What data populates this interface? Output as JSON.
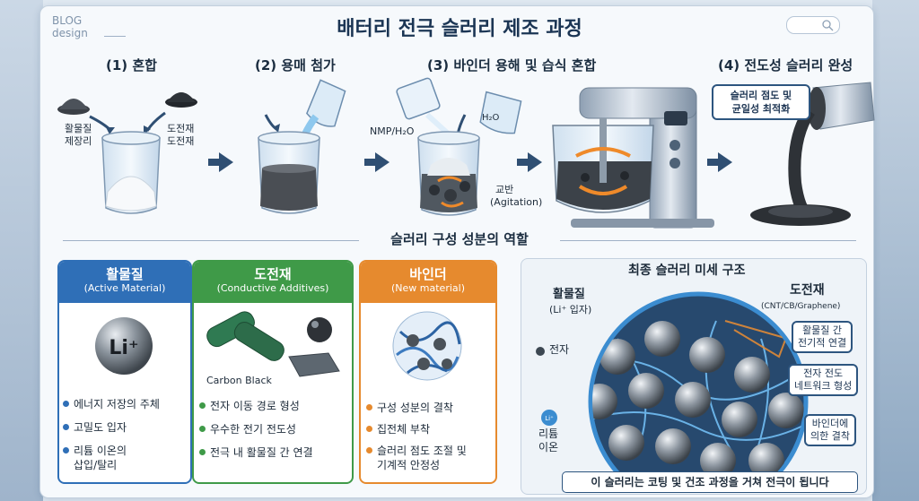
{
  "header": {
    "blog_line1": "BLOG",
    "blog_line2": "design",
    "title": "배터리 전극 슬러리 제조 과정"
  },
  "steps": [
    {
      "title": "(1) 혼합",
      "labels": [
        "활물질",
        "제장리",
        "도전재",
        "도전재"
      ]
    },
    {
      "title": "(2) 용매 첨가"
    },
    {
      "title": "(3) 바인더 용해 및 습식 혼합",
      "labels": [
        "NMP/H₂O",
        "H₂O",
        "교반",
        "(Agitation)"
      ]
    },
    {
      "title": "(4) 전도성 슬러리 완성",
      "callout": [
        "슬러리 점도 및",
        "균일성 최적화"
      ]
    }
  ],
  "section_title": "슬러리 구성 성분의 역할",
  "cards": [
    {
      "title": "활물질",
      "subtitle": "(Active Material)",
      "color": "#2f6fb7",
      "bullets": [
        "에너지 저장의 주체",
        "고밀도 입자",
        "리튬 이온의",
        "삽입/탈리"
      ],
      "badge": "Li⁺"
    },
    {
      "title": "도전재",
      "subtitle": "(Conductive Additives)",
      "color": "#3f9a48",
      "bullets": [
        "전자 이동 경로 형성",
        "우수한 전기 전도성",
        "전극 내 활물질 간 연결"
      ],
      "image_label": "Carbon Black"
    },
    {
      "title": "바인더",
      "subtitle": "(New material)",
      "color": "#e68a2e",
      "bullets": [
        "구성 성분의 결착",
        "집전체 부착",
        "슬러리 점도 조절 및",
        "기계적 안정성"
      ]
    }
  ],
  "microstructure": {
    "title": "최종 슬러리 미세 구조",
    "active_label": [
      "활물질",
      "(Li⁺ 입자)"
    ],
    "electron_label": "전자",
    "li_label": [
      "리튬",
      "이온"
    ],
    "li_badge": "Li⁺",
    "conductive_label": [
      "도전재",
      "(CNT/CB/Graphene)"
    ],
    "box_a": [
      "활물질 간",
      "전기적 연결"
    ],
    "box_b": [
      "전자 전도",
      "네트워크 형성"
    ],
    "box_c": [
      "바인더에",
      "의한 결착"
    ],
    "bottom_note": "이 슬러리는 코팅 및 건조 과정을 거쳐 전극이 됩니다"
  }
}
